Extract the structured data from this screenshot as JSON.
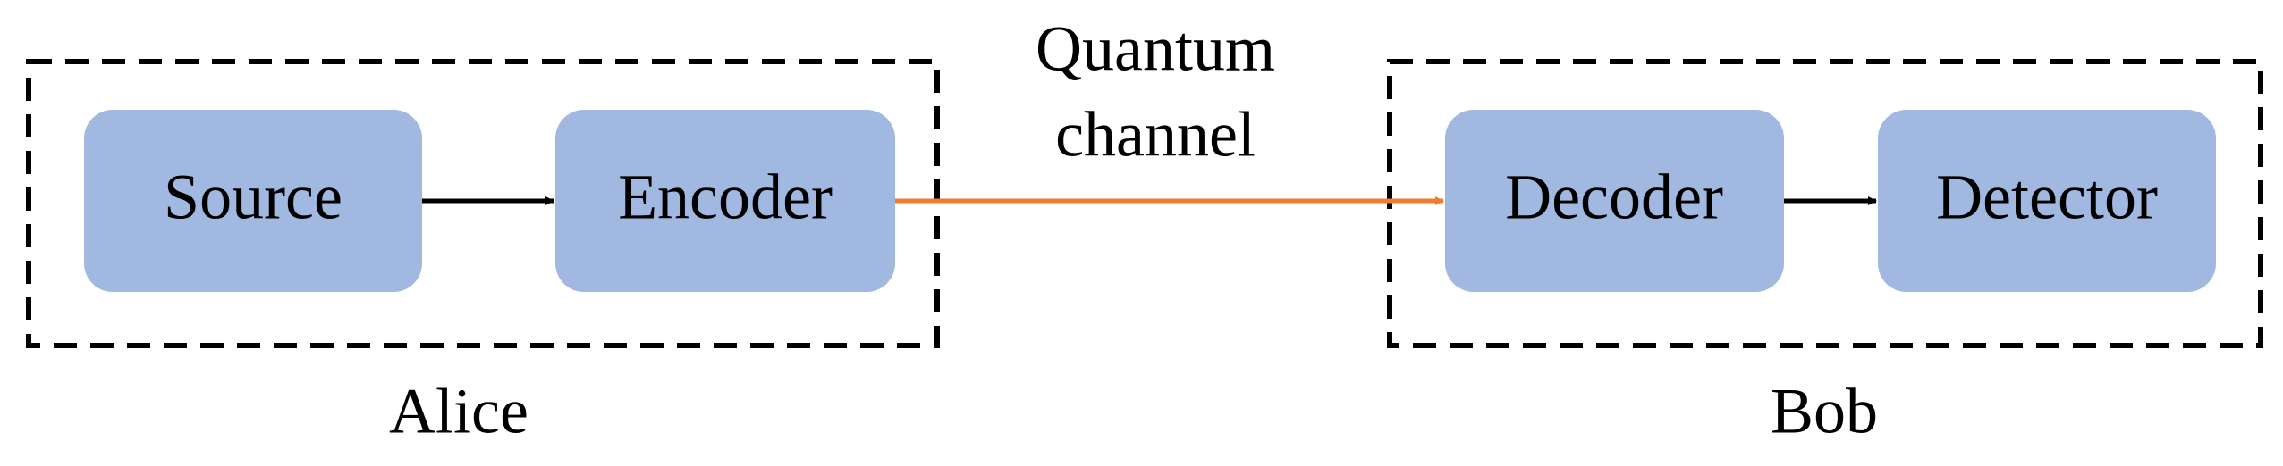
{
  "nodes": {
    "source": "Source",
    "encoder": "Encoder",
    "decoder": "Decoder",
    "detector": "Detector"
  },
  "groups": {
    "alice": "Alice",
    "bob": "Bob"
  },
  "channel": {
    "line1": "Quantum",
    "line2": "channel"
  },
  "colors": {
    "node_fill": "#a1b8e0",
    "channel_arrow": "#ed7d31",
    "arrow": "#000000",
    "group_border": "#000000"
  }
}
